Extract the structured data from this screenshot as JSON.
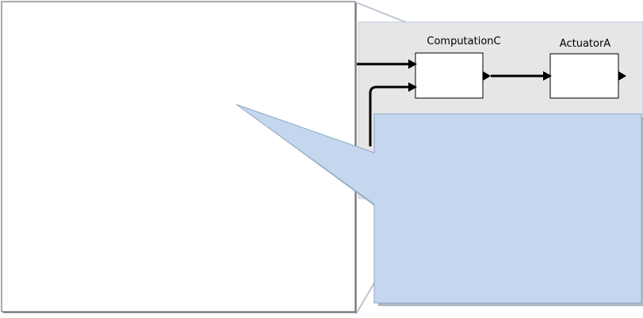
{
  "diagram": {
    "blocks": [
      {
        "id": "computation",
        "label": "ComputationC"
      },
      {
        "id": "actuator",
        "label": "ActuatorA"
      }
    ]
  },
  "colors": {
    "subsystem_fill": "#e6e6e6",
    "subsystem_border": "#b8c8de",
    "callout_fill": "#c5d7ef",
    "callout_border": "#8fa8c6",
    "zoom_line": "#bcc6d2",
    "canvas_border": "#555555",
    "block_border": "#000000",
    "signal_line": "#000000"
  }
}
